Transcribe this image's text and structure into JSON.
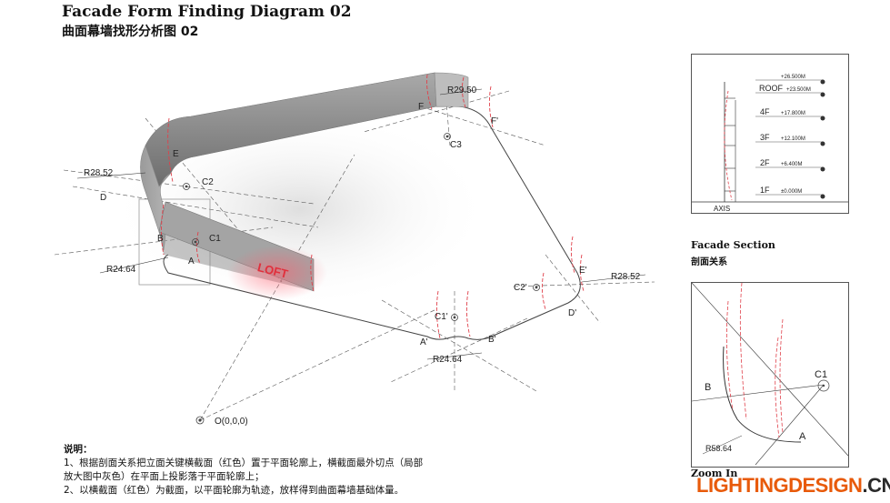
{
  "header": {
    "title_en": "Facade Form Finding Diagram 02",
    "title_cn": "曲面幕墙找形分析图 02"
  },
  "diagram": {
    "points": {
      "A": "A",
      "B": "B",
      "C1": "C1",
      "C2": "C2",
      "C3": "C3",
      "D": "D",
      "E": "E",
      "F": "F",
      "A_p": "A'",
      "B_p": "B'",
      "C1_p": "C1'",
      "C2_p": "C2'",
      "D_p": "D'",
      "E_p": "E'",
      "F_p": "F'"
    },
    "radii": {
      "r1": "R28.52",
      "r2": "R24.64",
      "r3": "R29.50",
      "r4": "R28.52",
      "r5": "R24.64"
    },
    "origin": "O(0,0,0)",
    "sign_text": "LOFT"
  },
  "facade_section": {
    "title_en": "Facade Section",
    "title_cn": "剖面关系",
    "axis_label": "AXIS",
    "levels": [
      {
        "name": "",
        "elevation": "+26.500M"
      },
      {
        "name": "ROOF",
        "elevation": "+23.500M"
      },
      {
        "name": "4F",
        "elevation": "+17.800M"
      },
      {
        "name": "3F",
        "elevation": "+12.100M"
      },
      {
        "name": "2F",
        "elevation": "+6.400M"
      },
      {
        "name": "1F",
        "elevation": "±0.000M"
      }
    ]
  },
  "zoom": {
    "label_c1": "C1",
    "label_b": "B",
    "label_a": "A",
    "radius": "R58.64",
    "title_partial": "Zoom In"
  },
  "notes": {
    "heading": "说明：",
    "line1": "1、根据剖面关系把立面关键横截面（红色）置于平面轮廓上，横截面最外切点（局部",
    "line2": "放大图中灰色）在平面上投影落于平面轮廓上；",
    "line3": "2、以横截面（红色）为截面，以平面轮廓为轨迹，放样得到曲面幕墙基础体量。"
  },
  "watermark": {
    "brand": "LIGHTINGDESIGN",
    "tld": ".CN",
    "brand_color": "#e85a0a"
  },
  "colors": {
    "section_red": "#e0404a",
    "guide_dash": "#555555"
  }
}
